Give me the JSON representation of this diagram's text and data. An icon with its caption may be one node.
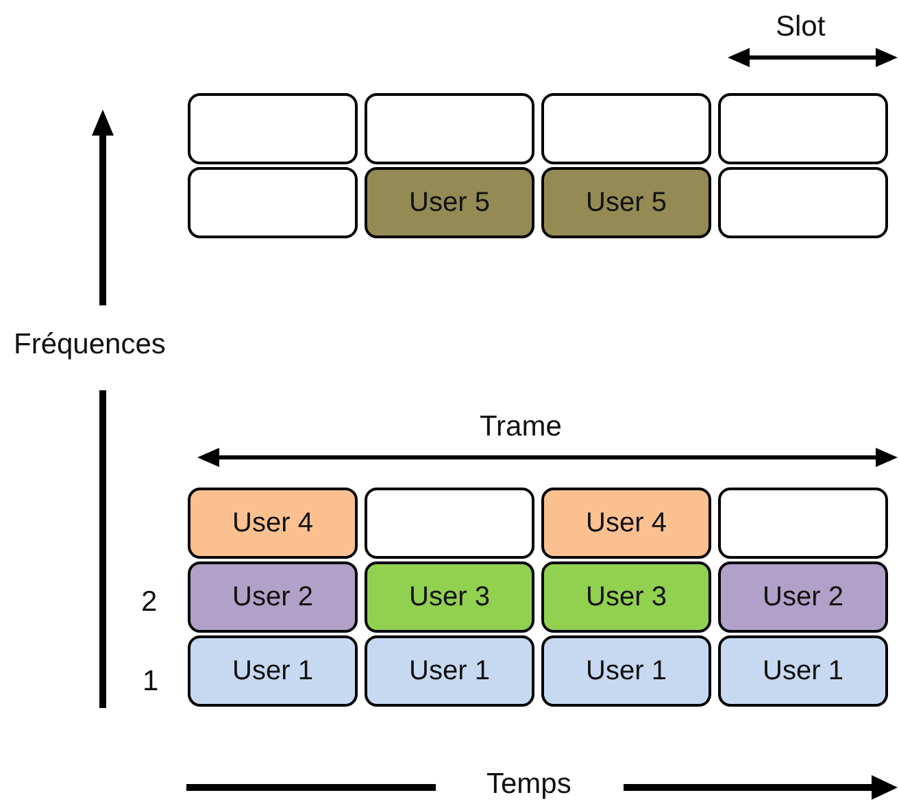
{
  "diagram": {
    "nodes": [
      {
        "text": [],
        "shape": "box"
      },
      {
        "text": [],
        "shape": "box"
      },
      {
        "text": [],
        "shape": "box"
      },
      {
        "text": [],
        "shape": "box"
      },
      {
        "text": [],
        "shape": "box"
      },
      {
        "text": [
          "User 5"
        ]
      },
      {
        "text": [
          "User 5"
        ]
      },
      {
        "text": [],
        "shape": "box"
      },
      {
        "text": [
          "User 4"
        ]
      },
      {
        "text": [],
        "shape": "box"
      },
      {
        "text": [
          "User 4"
        ]
      },
      {
        "text": [],
        "shape": "box"
      },
      {
        "text": [
          "User 2"
        ]
      },
      {
        "text": [
          "User 3"
        ]
      },
      {
        "text": [
          "User 3"
        ]
      },
      {
        "text": [
          "User 2"
        ]
      },
      {
        "text": [
          "User 1"
        ]
      },
      {
        "text": [
          "User 1"
        ]
      },
      {
        "text": [
          "User 1"
        ]
      },
      {
        "text": [
          "User 1"
        ]
      }
    ],
    "labels": [
      "Slot",
      "Fréquences",
      "Trame",
      "2",
      "1",
      "Temps"
    ]
  }
}
